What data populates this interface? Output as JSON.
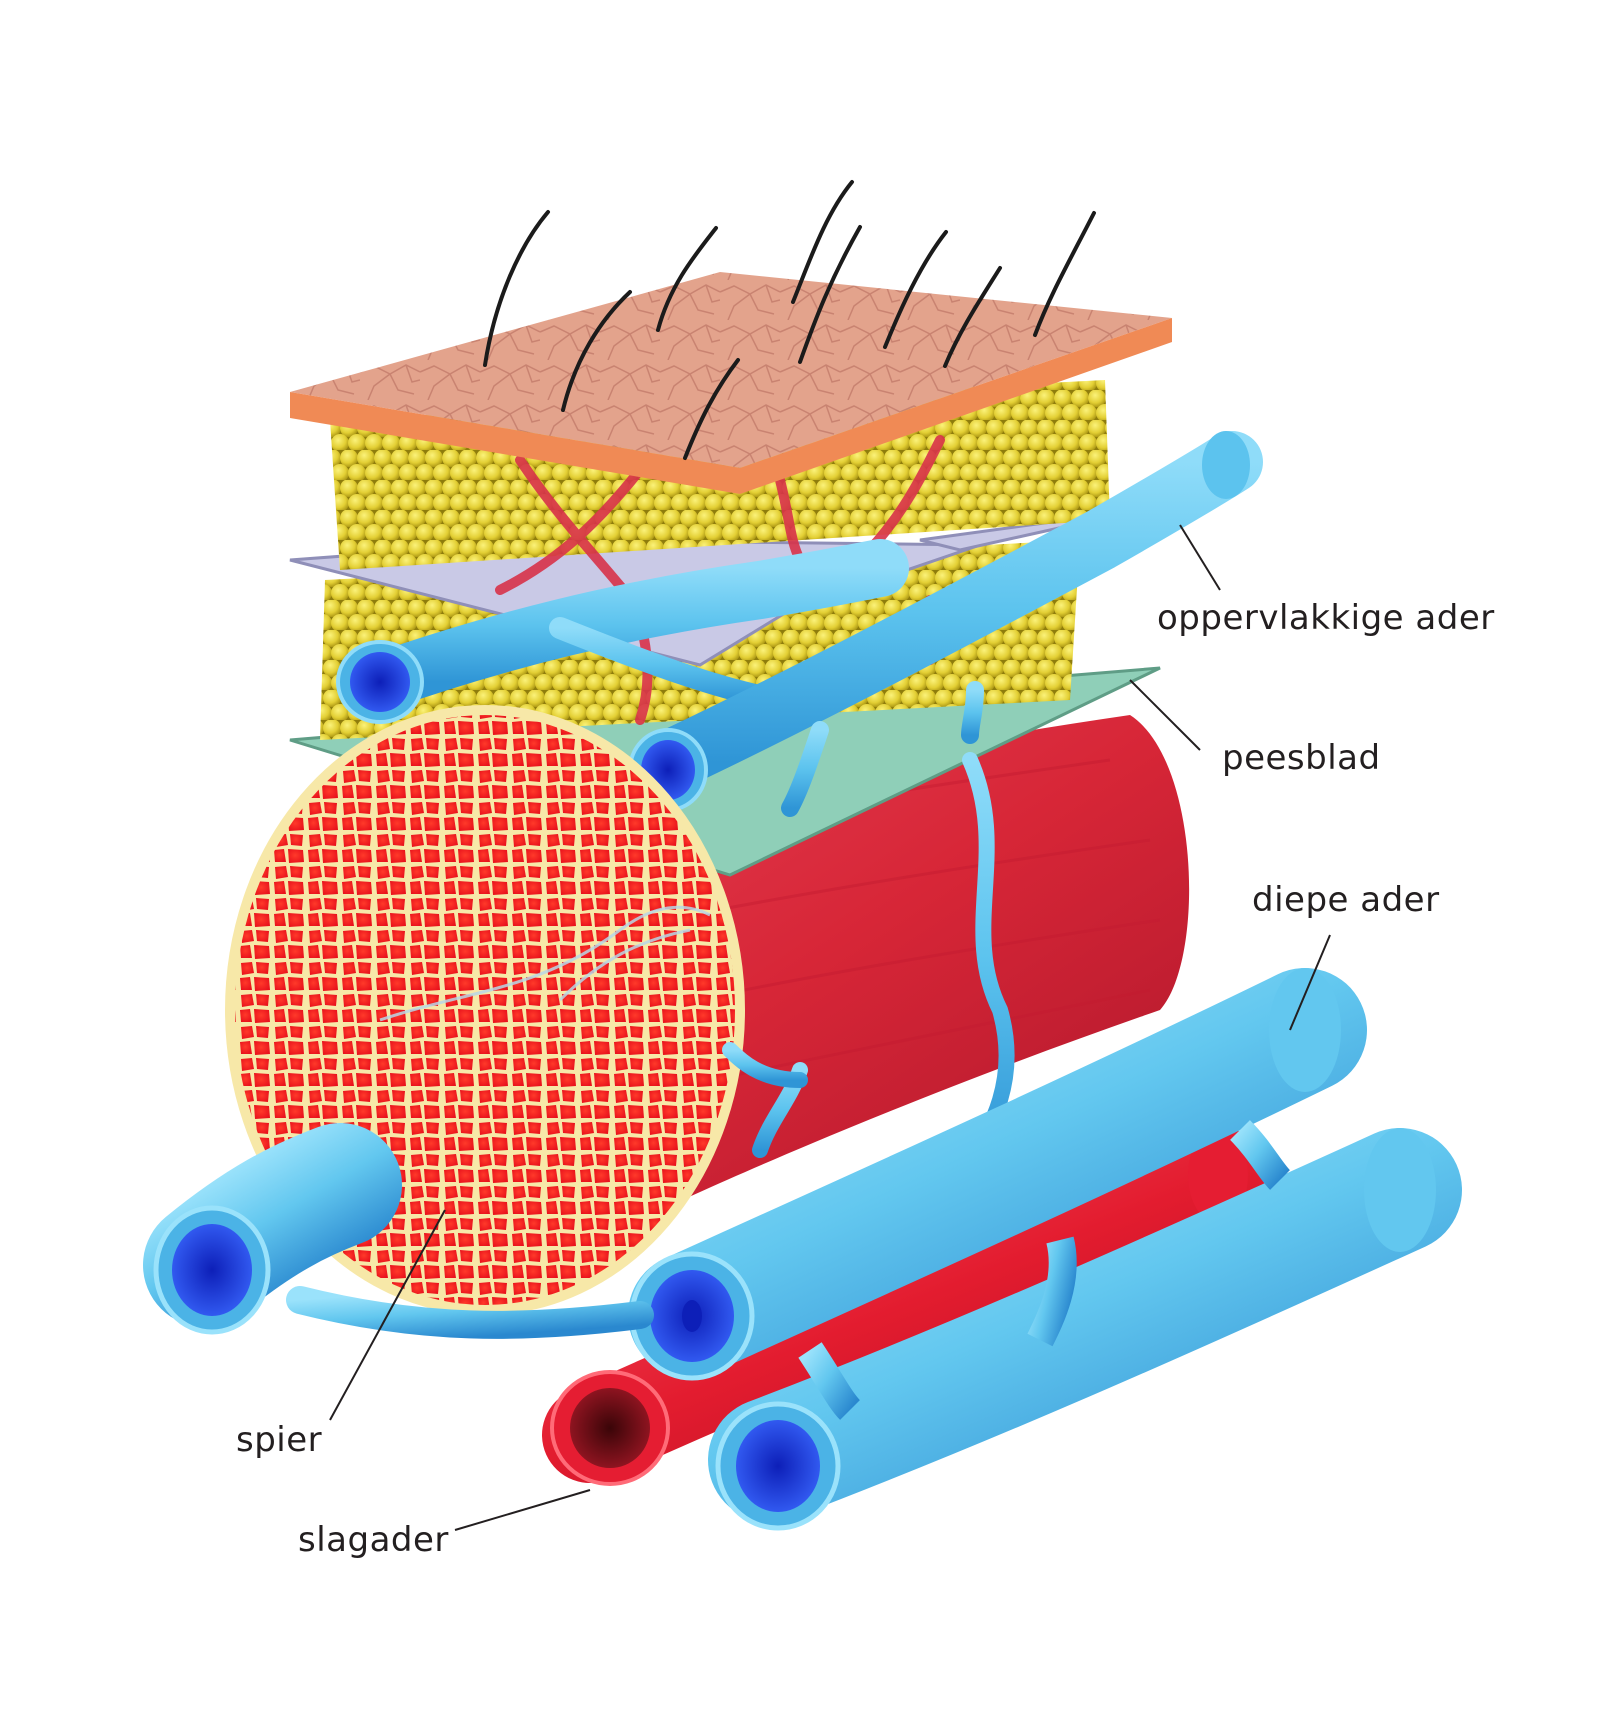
{
  "labels": {
    "superficial_vein": "oppervlakkige ader",
    "fascia": "peesblad",
    "deep_vein": "diepe ader",
    "muscle": "spier",
    "artery": "slagader"
  },
  "colors": {
    "skin_top": "#e7a58c",
    "skin_edge": "#f08a55",
    "fat": "#e0cf3a",
    "fat_shadow": "#9b8a10",
    "septa": "#d8334a",
    "fascia_inner": "#c9c9e6",
    "fascia_deep": "#8fcfb8",
    "muscle": "#d92b3c",
    "muscle_cross": "#f4221e",
    "muscle_lines": "#f7e7a2",
    "vein": "#5cc3ee",
    "vein_lumen": "#1c3fe0",
    "artery": "#e51d32",
    "artery_lumen": "#6b0d14",
    "leader": "#231f20"
  }
}
